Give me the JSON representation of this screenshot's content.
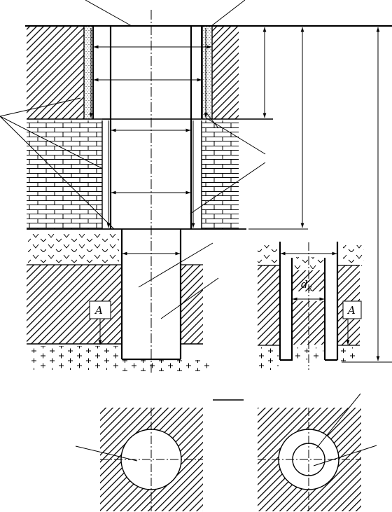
{
  "figure": {
    "labels": {
      "section_marker_left": "A",
      "section_marker_right": "A",
      "diameter_symbol": "d",
      "diameter_subscript": "к"
    },
    "layers": [
      {
        "name": "hatched-soil-top",
        "pattern": "diagonal-hatch"
      },
      {
        "name": "brick-layer",
        "pattern": "brick"
      },
      {
        "name": "water-layer",
        "pattern": "chevrons"
      },
      {
        "name": "hatched-soil-lower",
        "pattern": "diagonal-hatch"
      },
      {
        "name": "bedrock",
        "pattern": "crosses"
      }
    ],
    "colors": {
      "ink": "#000000",
      "background": "#ffffff"
    }
  }
}
